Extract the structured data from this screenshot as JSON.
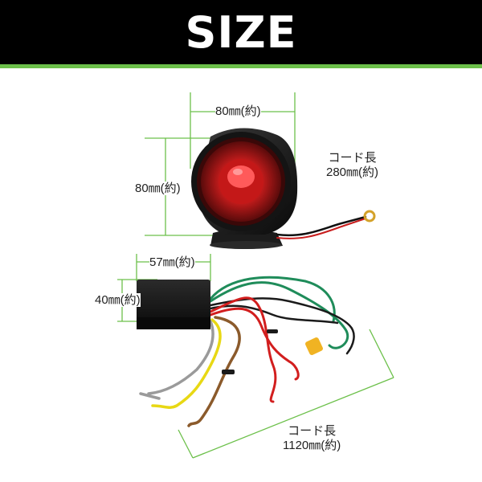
{
  "header": {
    "title": "SIZE"
  },
  "colors": {
    "header_bg": "#000000",
    "accent": "#6cc04a",
    "dimension_line": "#6cc04a"
  },
  "siren": {
    "width_label": "80㎜(約)",
    "height_label": "80㎜(約)",
    "cord_label": "コード長",
    "cord_length": "280㎜(約)"
  },
  "control_box": {
    "width_label": "57㎜(約)",
    "height_label": "40㎜(約)",
    "cord_label": "コード長",
    "cord_length": "1120㎜(約)"
  }
}
